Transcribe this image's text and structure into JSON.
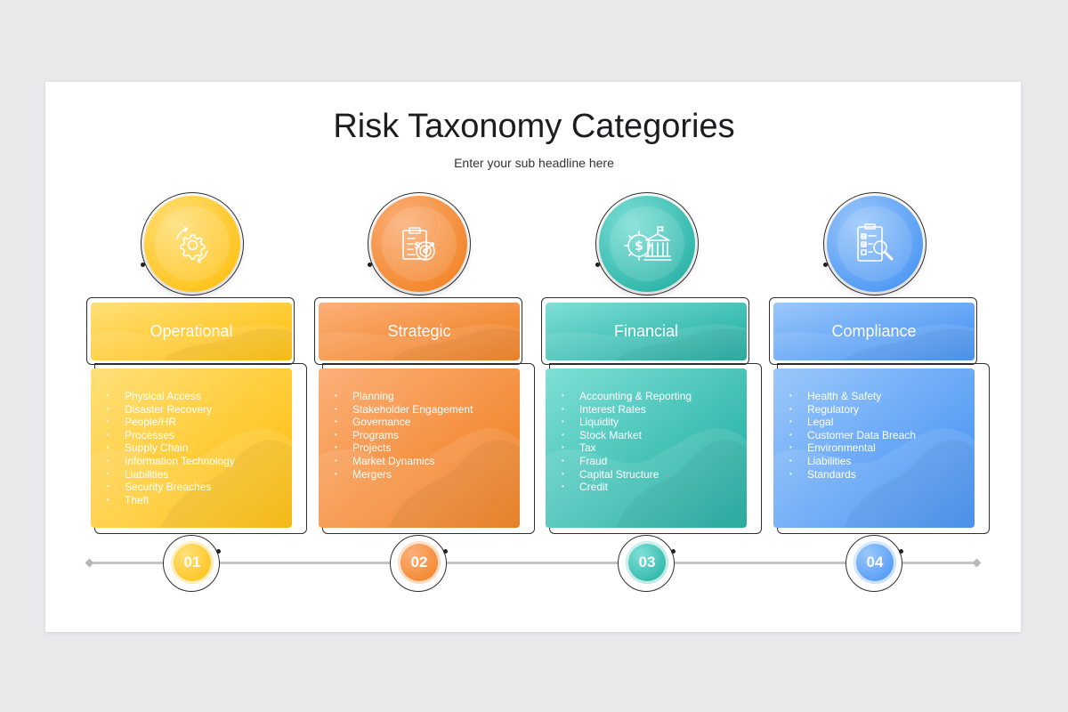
{
  "title": "Risk Taxonomy Categories",
  "subtitle": "Enter your sub headline here",
  "categories": [
    {
      "number": "01",
      "name": "Operational",
      "icon": "gear-cycle-icon",
      "color": "#fdc42b",
      "color_dark": "#ffbb00",
      "color_light": "#ffe07a",
      "items": [
        "Physical Access",
        "Disaster Recovery",
        "People/HR",
        "Processes",
        "Supply Chain",
        "Information Technology",
        "Liabilities",
        "Security Breaches",
        "Theft"
      ]
    },
    {
      "number": "02",
      "name": "Strategic",
      "icon": "clipboard-target-icon",
      "color": "#f68b2c",
      "color_dark": "#f07a15",
      "color_light": "#fbb07a",
      "items": [
        "Planning",
        "Stakeholder Engagement",
        "Governance",
        "Programs",
        "Projects",
        "Market Dynamics",
        "Mergers"
      ]
    },
    {
      "number": "03",
      "name": "Financial",
      "icon": "bank-gear-dollar-icon",
      "color": "#2fbdb0",
      "color_dark": "#16a89c",
      "color_light": "#7fe0d6",
      "items": [
        "Accounting & Reporting",
        "Interest Rates",
        "Liquidity",
        "Stock Market",
        "Tax",
        "Fraud",
        "Capital Structure",
        "Credit"
      ]
    },
    {
      "number": "04",
      "name": "Compliance",
      "icon": "checklist-magnifier-icon",
      "color": "#4b9cf5",
      "color_dark": "#3a8cf2",
      "color_light": "#9cc8fb",
      "items": [
        "Health & Safety",
        "Regulatory",
        "Legal",
        "Customer Data Breach",
        "Environmental",
        "Liabilities",
        "Standards"
      ]
    }
  ]
}
